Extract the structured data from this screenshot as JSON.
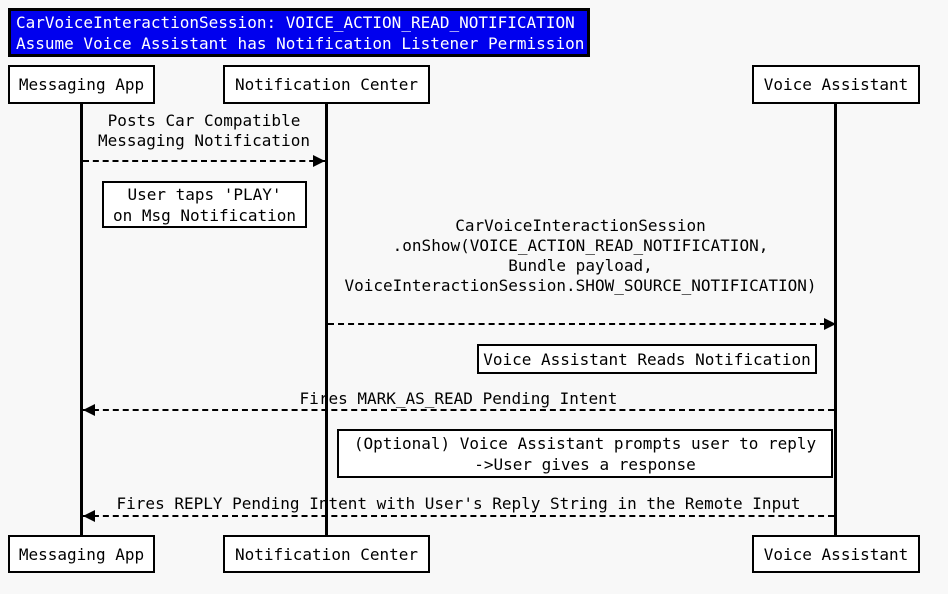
{
  "title": {
    "line1": "CarVoiceInteractionSession: VOICE_ACTION_READ_NOTIFICATION",
    "line2": "Assume Voice Assistant has Notification Listener Permission"
  },
  "participants": [
    {
      "name": "Messaging App"
    },
    {
      "name": "Notification Center"
    },
    {
      "name": "Voice Assistant"
    }
  ],
  "messages": [
    {
      "from": "Messaging App",
      "to": "Notification Center",
      "direction": "right",
      "line_style": "dashed",
      "label": "Posts Car Compatible\nMessaging Notification"
    },
    {
      "from": "Notification Center",
      "to": "Voice Assistant",
      "direction": "right",
      "line_style": "dashed",
      "label": "CarVoiceInteractionSession\n.onShow(VOICE_ACTION_READ_NOTIFICATION,\nBundle payload,\nVoiceInteractionSession.SHOW_SOURCE_NOTIFICATION)"
    },
    {
      "from": "Voice Assistant",
      "to": "Messaging App",
      "direction": "left",
      "line_style": "dashed",
      "label": "Fires MARK_AS_READ Pending Intent"
    },
    {
      "from": "Voice Assistant",
      "to": "Messaging App",
      "direction": "left",
      "line_style": "dashed",
      "label": "Fires REPLY Pending Intent with User's Reply String in the Remote Input"
    }
  ],
  "notes": [
    {
      "label": "User taps 'PLAY'\non Msg Notification"
    },
    {
      "label": "Voice Assistant Reads Notification"
    },
    {
      "label": "(Optional) Voice Assistant prompts user to reply\n->User gives a response"
    }
  ],
  "colors": {
    "background": "#F8F8F8",
    "title_background": "#0000EE",
    "title_text": "#FFFFFF",
    "line": "#000000",
    "box_background": "#FFFFFF",
    "box_border": "#000000",
    "text": "#000000"
  }
}
